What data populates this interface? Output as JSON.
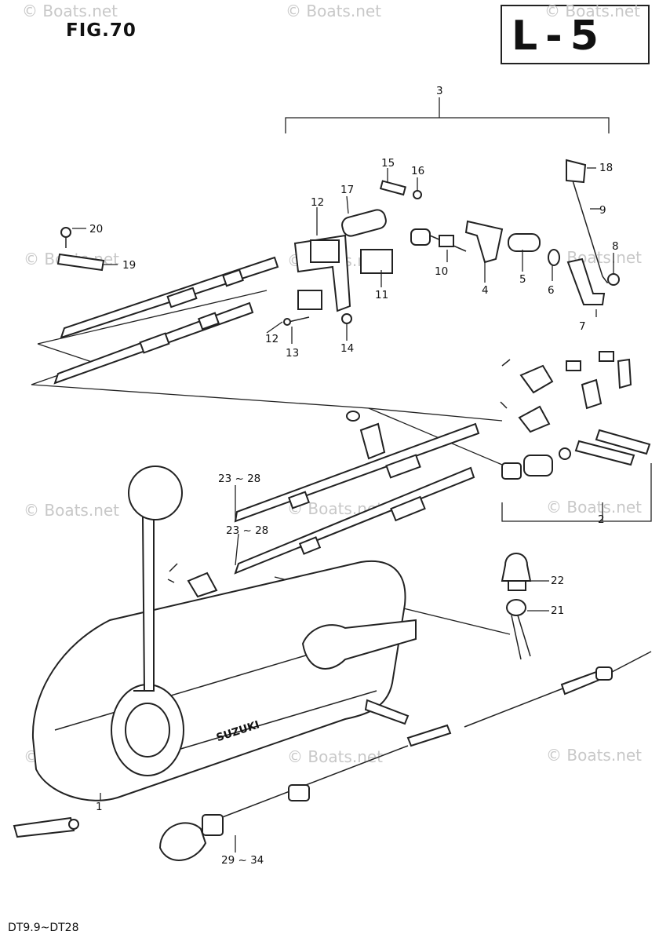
{
  "figure": {
    "title": "FIG.70",
    "page_code": "L-5",
    "model_range": "DT9.9~DT28"
  },
  "brand_label": "SUZUKI",
  "watermark": {
    "text": "© Boats.net"
  },
  "callouts": {
    "c1": "1",
    "c2": "2",
    "c3": "3",
    "c4": "4",
    "c5": "5",
    "c6": "6",
    "c7": "7",
    "c8": "8",
    "c9": "9",
    "c10": "10",
    "c11": "11",
    "c12a": "12",
    "c12b": "12",
    "c13": "13",
    "c14": "14",
    "c15": "15",
    "c16": "16",
    "c17": "17",
    "c18": "18",
    "c19": "19",
    "c20": "20",
    "c21": "21",
    "c22": "22",
    "c23a": "23 ~ 28",
    "c23b": "23 ~ 28",
    "c29": "29 ~ 34"
  }
}
